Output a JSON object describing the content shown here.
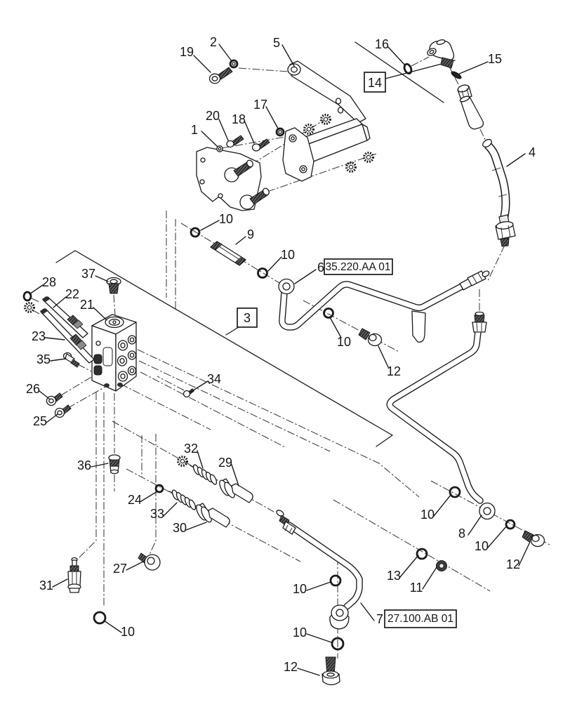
{
  "colors": {
    "line": "#1a1a1a",
    "background": "#ffffff"
  },
  "ref_boxes": {
    "box3": "3",
    "box14": "14",
    "ref_35_220": "35.220.AA 01",
    "ref_27_100": "27.100.AB 01"
  },
  "callouts": {
    "n1": "1",
    "n2": "2",
    "n4": "4",
    "n5": "5",
    "n6": "6",
    "n7": "7",
    "n8": "8",
    "n9": "9",
    "n10a": "10",
    "n10b": "10",
    "n10c": "10",
    "n10d": "10",
    "n10e": "10",
    "n10f": "10",
    "n10g": "10",
    "n10h": "10",
    "n11": "11",
    "n12a": "12",
    "n12b": "12",
    "n12c": "12",
    "n13": "13",
    "n15": "15",
    "n16": "16",
    "n17": "17",
    "n18": "18",
    "n19": "19",
    "n20": "20",
    "n21": "21",
    "n22": "22",
    "n23": "23",
    "n24": "24",
    "n25": "25",
    "n26": "26",
    "n27": "27",
    "n28": "28",
    "n29": "29",
    "n30": "30",
    "n31": "31",
    "n32": "32",
    "n33": "33",
    "n34": "34",
    "n35": "35",
    "n36": "36",
    "n37": "37"
  }
}
